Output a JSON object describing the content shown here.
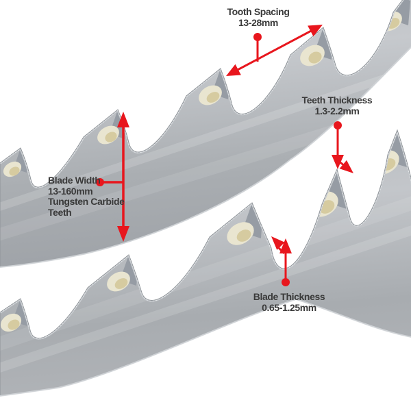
{
  "scene": {
    "description": "Two tungsten carbide tipped bandsaw blade segments shown diagonally on white with red dimension callouts",
    "background_color": "#ffffff",
    "blade_count": 2
  },
  "colors": {
    "accent_red": "#e8161d",
    "label_text": "#3a3a3a",
    "steel_light": "#c4c7cb",
    "steel_mid": "#aaaeb2",
    "steel_dark": "#9fa3a8",
    "carbide_tip": "#969ca4",
    "braze": "#e9e5d0",
    "braze_shadow": "#d6cba0",
    "edge_highlight": "#f2f3f4"
  },
  "annotations": {
    "tooth_spacing": {
      "lines": [
        "Tooth Spacing",
        "13-28mm"
      ],
      "indicator": "red-dot-leader-with-diagonal-double-headed-arrow"
    },
    "teeth_thickness": {
      "lines": [
        "Teeth Thickness",
        "1.3-2.2mm"
      ],
      "indicator": "red-dot-leader-with-down-and-diagonal-arrowheads"
    },
    "blade_width": {
      "lines": [
        "Blade Width",
        "13-160mm",
        "Tungsten Carbide",
        "Teeth"
      ],
      "indicator": "red-dot-leader-with-vertical-double-headed-arrow"
    },
    "blade_thickness": {
      "lines": [
        "Blade Thickness",
        "0.65-1.25mm"
      ],
      "indicator": "red-dot-leader-with-up-and-diagonal-arrowheads"
    }
  }
}
